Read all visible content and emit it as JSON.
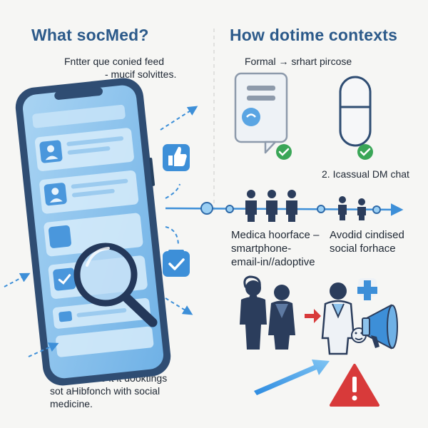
{
  "left": {
    "heading": "What socMed?",
    "caption_line1": "Fntter que conied feed",
    "caption_line2": "- mucif solvittes.",
    "footer_line1": "When to use it it dooktings",
    "footer_line2": "sot aHibfonch with social",
    "footer_line3": "medicine."
  },
  "right": {
    "heading": "How dotime contexts",
    "formal_label": "Formal → srhart pircose",
    "casual_label": "2. Icassual DM chat",
    "medical_line1": "Medica hoorface –",
    "medical_line2": "smartphone-",
    "medical_line3": "email-in//adoptive",
    "avoid_line1": "Avodid cindised",
    "avoid_line2": "social forhace"
  },
  "colors": {
    "heading": "#2c5a8a",
    "phone_frame": "#2f4d73",
    "screen": "#8ec3ec",
    "accent_blue": "#3d8fd8",
    "check_green": "#3aa657",
    "warning_red": "#d83a3a",
    "people_navy": "#2b3d5c"
  },
  "icons": [
    "phone-icon",
    "magnifier-icon",
    "thumbs-up-icon",
    "check-icon",
    "chat-bubble-icon",
    "pill-icon",
    "person-icon",
    "doctor-icon",
    "stethoscope-icon",
    "megaphone-icon",
    "medical-cross-icon",
    "warning-icon",
    "arrow-icon"
  ]
}
